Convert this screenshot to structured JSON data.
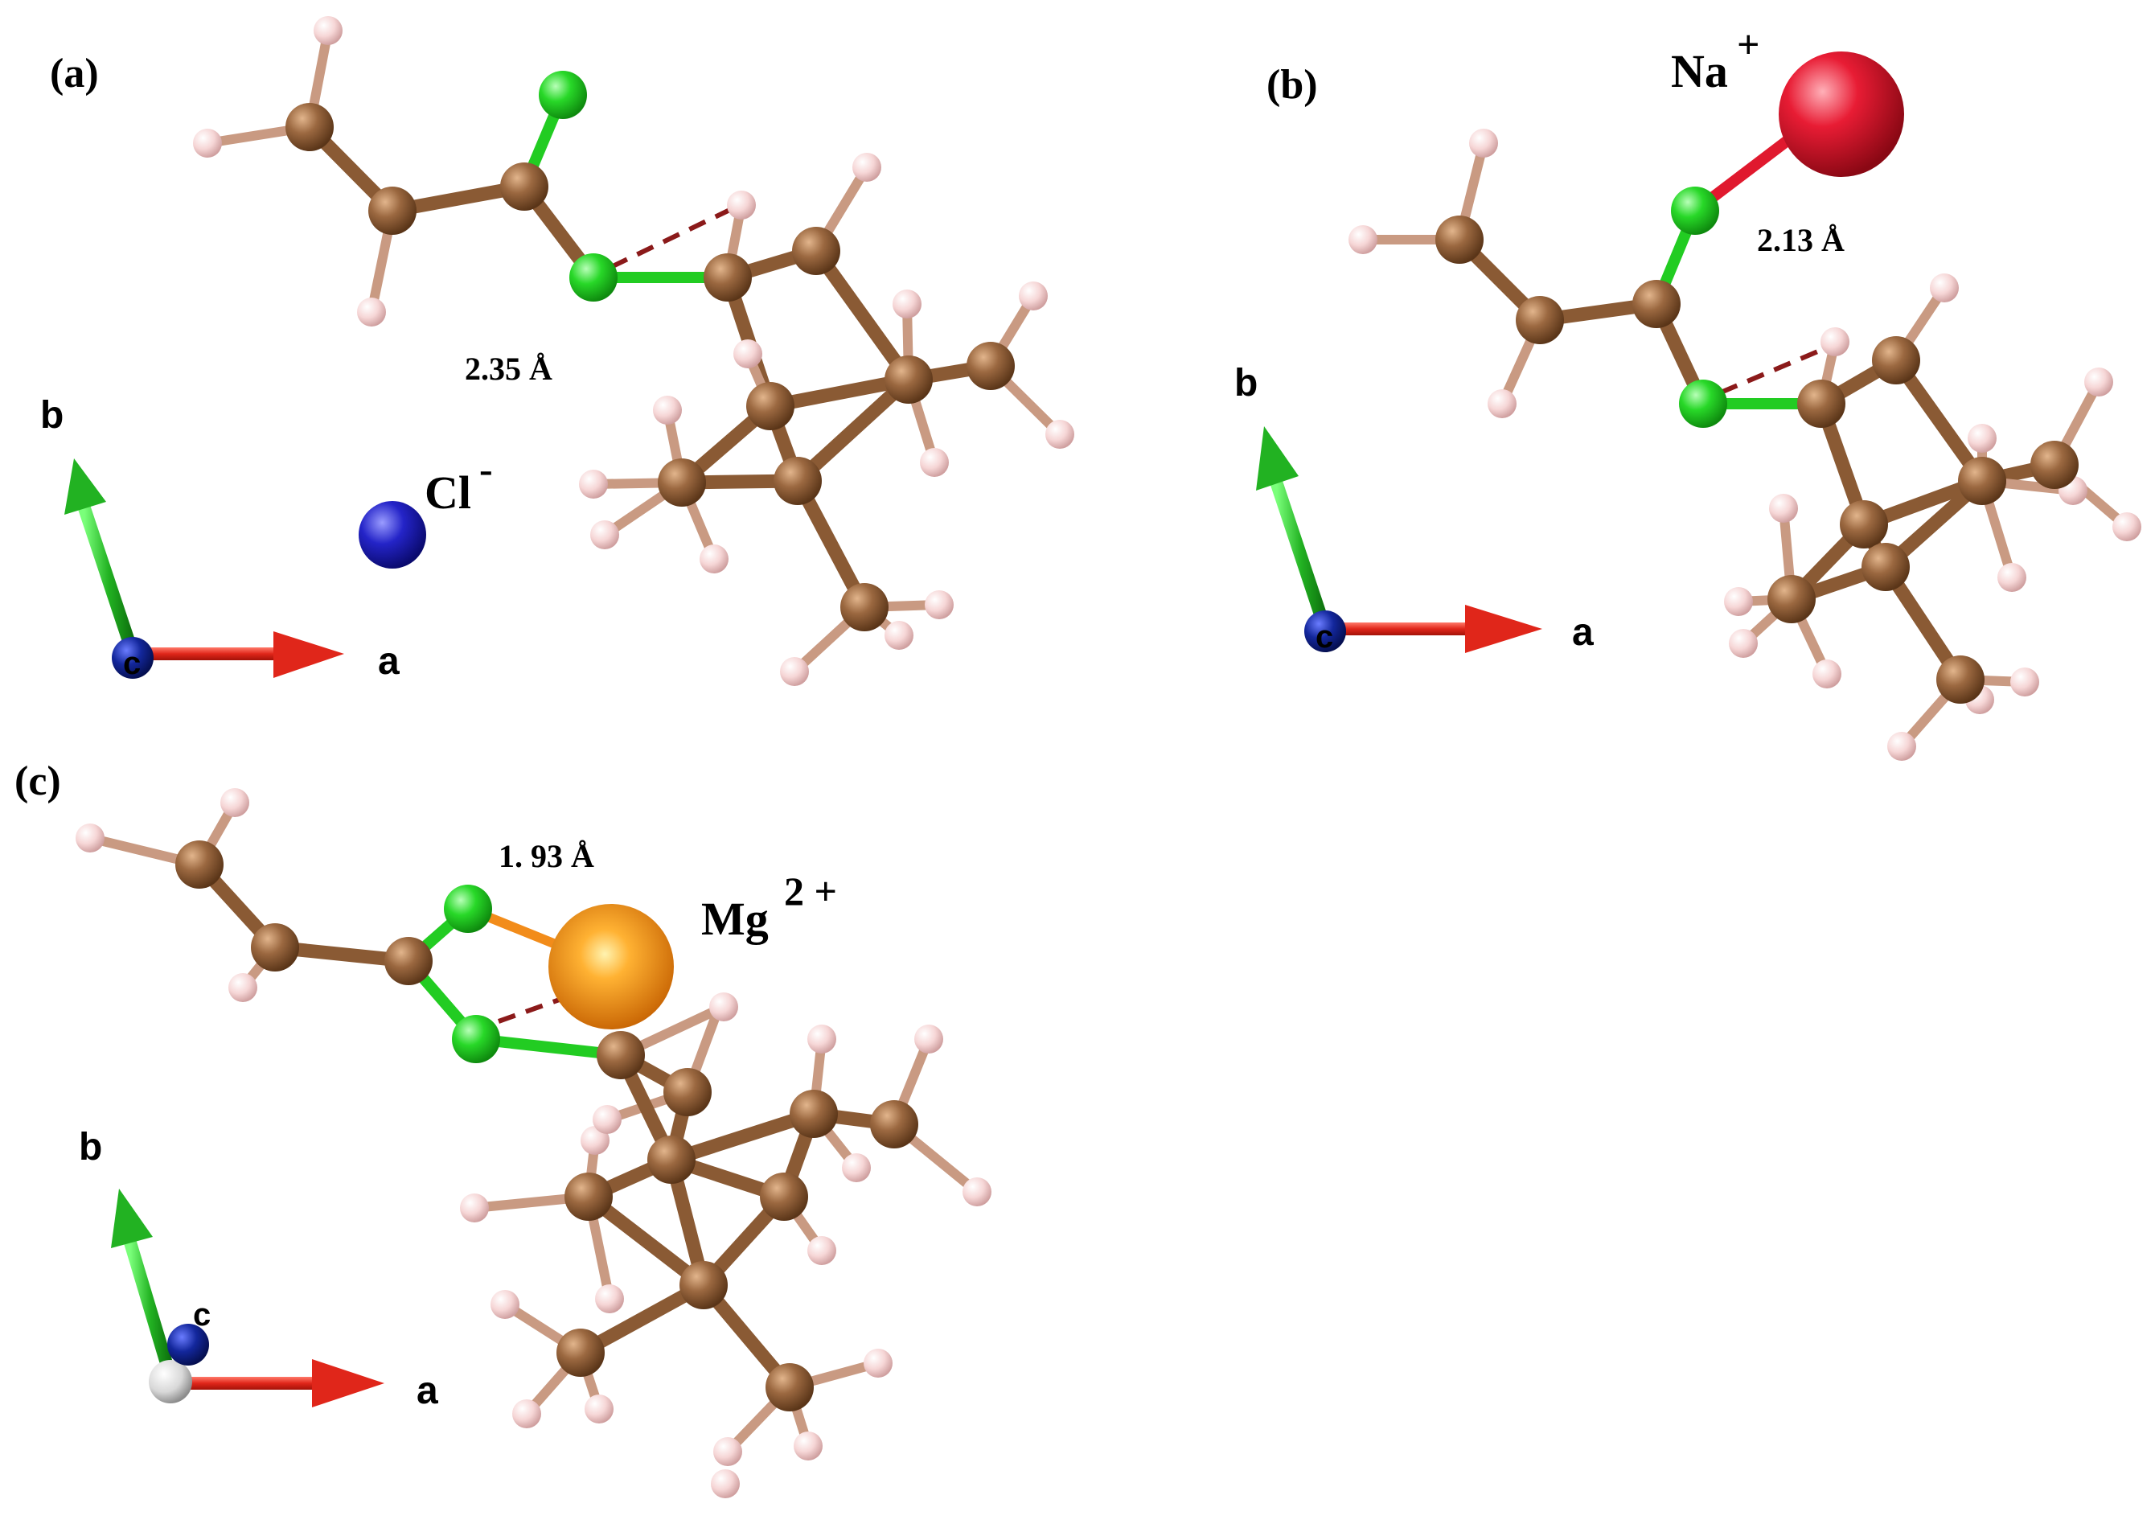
{
  "panels": [
    {
      "id": "a",
      "label": "(a)",
      "ion": {
        "symbol": "Cl",
        "charge": "-",
        "color": "#1f1fb8"
      },
      "distance": "2.35 Å",
      "axes": {
        "a": "a",
        "b": "b",
        "c": "c"
      }
    },
    {
      "id": "b",
      "label": "(b)",
      "ion": {
        "symbol": "Na",
        "charge": "+",
        "color": "#e0192e"
      },
      "distance": "2.13 Å",
      "axes": {
        "a": "a",
        "b": "b",
        "c": "c"
      }
    },
    {
      "id": "c",
      "label": "(c)",
      "ion": {
        "symbol": "Mg",
        "charge": "2 +",
        "color": "#f28c1a"
      },
      "distance": "1. 93 Å",
      "axes": {
        "a": "a",
        "b": "b",
        "c": "c"
      }
    }
  ],
  "colors": {
    "carbon": "#8a5a34",
    "hydrogen": "#f3c9c9",
    "oxygen": "#21d321",
    "axis_a": "#e0261a",
    "axis_b": "#22b222",
    "axis_c": "#13279c",
    "hbond": "#8b1a1a"
  }
}
